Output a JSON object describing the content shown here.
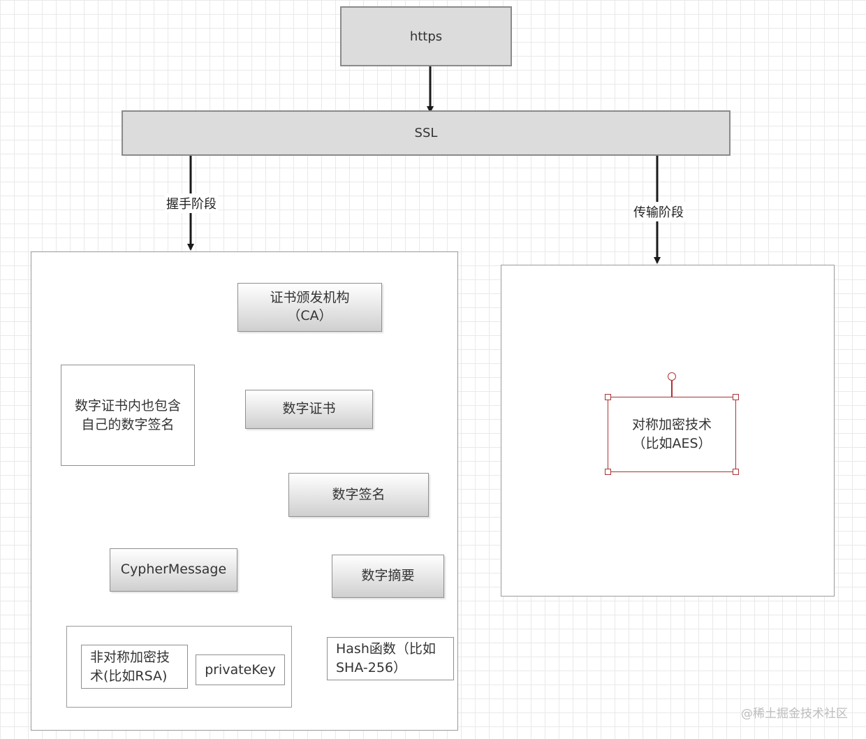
{
  "nodes": {
    "https": "https",
    "ssl": "SSL",
    "ca": [
      "证书颁发机构",
      "（CA）"
    ],
    "cert": "数字证书",
    "cert_note": [
      "数字证书内也包含",
      "自己的数字签名"
    ],
    "signature": "数字签名",
    "cypher": "CypherMessage",
    "digest": "数字摘要",
    "asym": [
      "非对称加密技",
      "术(比如RSA)"
    ],
    "private_key": "privateKey",
    "hash": [
      "Hash函数（比如",
      "SHA-256）"
    ],
    "sym": [
      "对称加密技术",
      "（比如AES）"
    ]
  },
  "labels": {
    "handshake": "握手阶段",
    "transfer": "传输阶段"
  },
  "watermark": "@稀土掘金技术社区",
  "colors": {
    "top_box_fill": "#dcdcdc",
    "selection": "#a33333",
    "arrow": "#1a1a1a"
  }
}
